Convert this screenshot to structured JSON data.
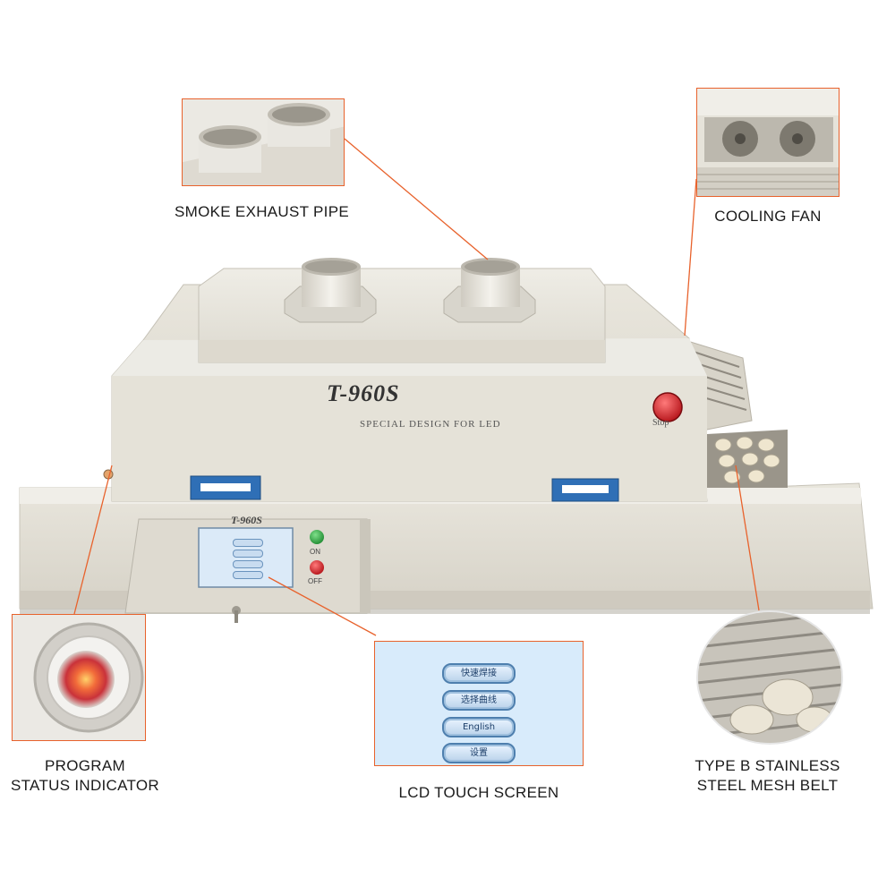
{
  "callouts": {
    "exhaust": "SMOKE EXHAUST PIPE",
    "cooling_fan": "COOLING FAN",
    "program_status_line1": "PROGRAM",
    "program_status_line2": "STATUS INDICATOR",
    "lcd": "LCD TOUCH SCREEN",
    "mesh_belt_line1": "TYPE B STAINLESS",
    "mesh_belt_line2": "STEEL MESH BELT"
  },
  "machine": {
    "model": "T-960S",
    "tagline": "SPECIAL DESIGN FOR LED",
    "stop_label": "Stop",
    "panel_model": "T-960S",
    "on_label": "ON",
    "off_label": "OFF"
  },
  "lcd_screen": {
    "buttons": [
      "快速焊接",
      "选择曲线",
      "English",
      "设置"
    ]
  },
  "colors": {
    "callout_border": "#e8622c",
    "machine_body": "#e6e3da",
    "stop_button": "#d9262c",
    "on_button": "#35a649",
    "off_button": "#d9262c"
  }
}
